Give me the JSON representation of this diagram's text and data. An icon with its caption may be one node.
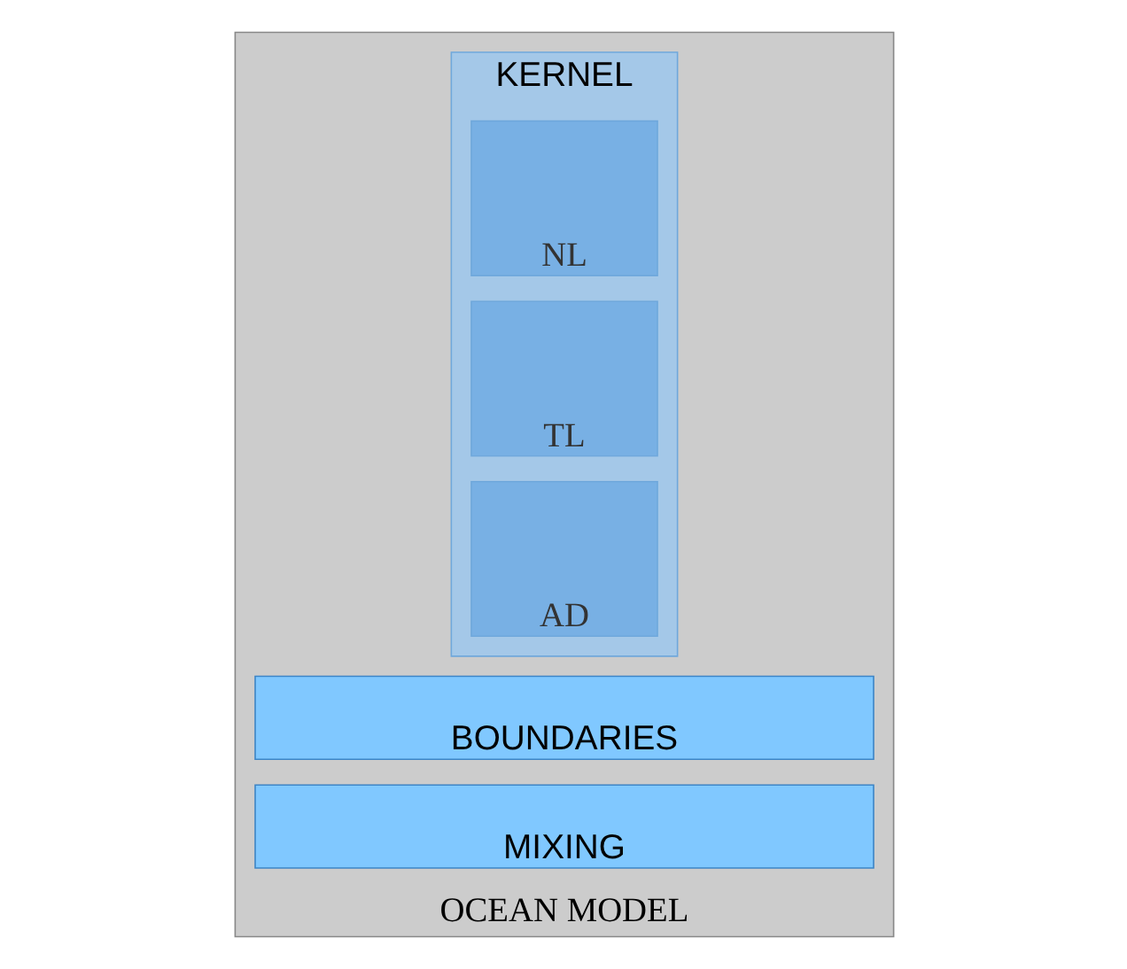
{
  "diagram": {
    "nodes": [
      {
        "text": [
          "OCEAN MODEL"
        ]
      },
      {
        "text": [
          "BOUNDARIES"
        ],
        "in": 0
      },
      {
        "text": [
          "MIXING"
        ],
        "in": 0
      },
      {
        "text": [
          "KERNEL"
        ],
        "in": 0
      },
      {
        "text": [
          "NL"
        ],
        "in": 3
      },
      {
        "text": [
          "TL"
        ],
        "in": 3
      },
      {
        "text": [
          "AD"
        ],
        "in": 3
      }
    ]
  }
}
